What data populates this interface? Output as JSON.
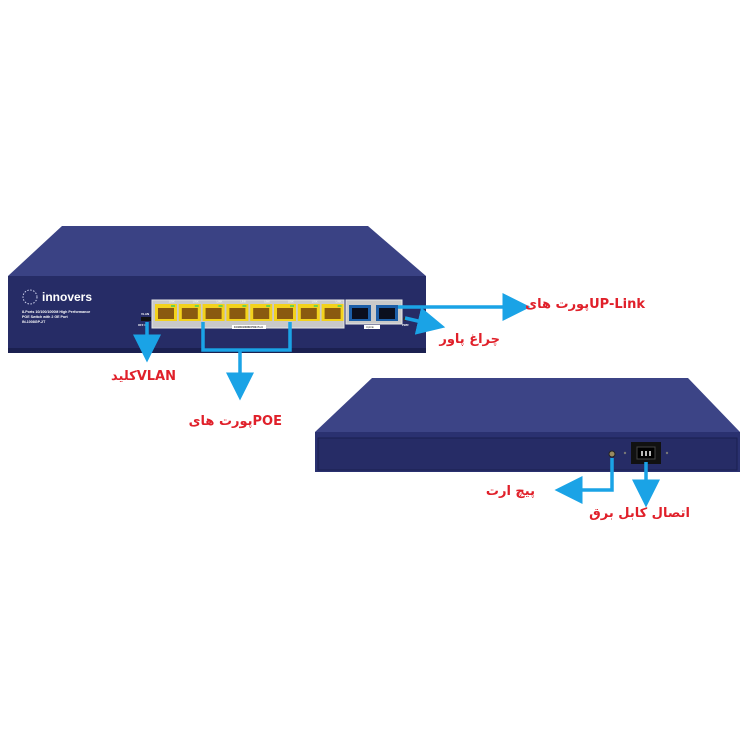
{
  "front_switch": {
    "brand": "innovers",
    "desc_line1": "8-Ports 10/100/1000M High Performance",
    "desc_line2": "POE Switch with 2 GE Port",
    "model": "IN-1008GP-2T",
    "vlan_label": "VLAN",
    "vlan_sub": "OFF ON",
    "poe_port_label": "10/100/1000M POE Port",
    "uplink_port_label": "Uplink",
    "power_label": "PWR",
    "port_link_label": "LINK"
  },
  "annotations": {
    "uplink": "پورت هایUP-Link",
    "power_led": "چراغ پاور",
    "vlan_switch": "کلیدVLAN",
    "poe_ports": "پورت هایPOE",
    "ground_screw": "پیچ ارت",
    "power_cable": "اتصال کابل برق"
  },
  "colors": {
    "body": "#2b3270",
    "arrow": "#1aa3e6",
    "label": "#e0202a",
    "poe_port": "#f3d21c"
  }
}
